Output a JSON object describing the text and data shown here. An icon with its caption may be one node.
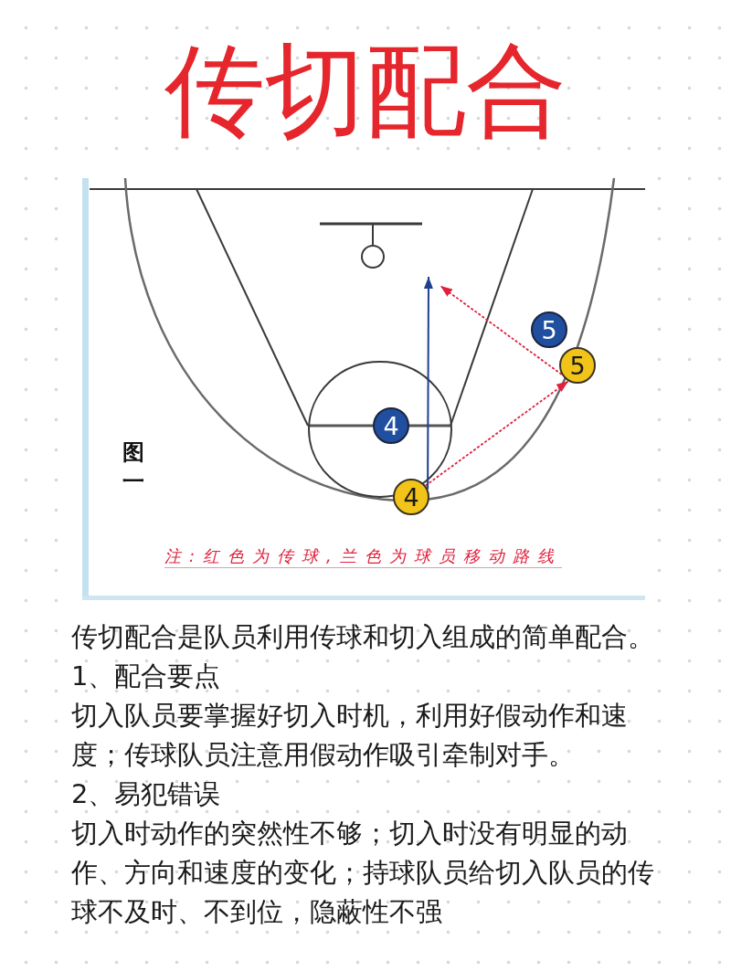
{
  "diagram": {
    "title": "传切配合",
    "nodes": [
      {
        "text": [
          "5"
        ]
      },
      {
        "text": [
          "5"
        ]
      },
      {
        "text": [
          "4"
        ]
      },
      {
        "text": [
          "4"
        ]
      }
    ],
    "edges": [
      {
        "from": 3,
        "to": 1,
        "arrow": "to",
        "style": "dashed",
        "color": "#e0203c"
      },
      {
        "from": 3,
        "to": null,
        "arrow": "to",
        "color": "#1f3f8f"
      },
      {
        "from": 1,
        "to": null,
        "arrow": "to",
        "style": "dashed",
        "color": "#e0203c"
      }
    ],
    "labels": [
      "图一",
      "注:红色为传球,兰色为球员移动路线",
      "传切配合是队员利用传球和切入组成的简单配合。",
      "1、配合要点",
      "切入队员要掌握好切入时机，利用好假动作和速度；传球队员注意用假动作吸引牵制对手。",
      "2、易犯错误",
      "切入时动作的突然性不够；切入时没有明显的动作、方向和速度的变化；持球队员给切入队员的传球不及时、不到位，隐蔽性不强"
    ]
  }
}
